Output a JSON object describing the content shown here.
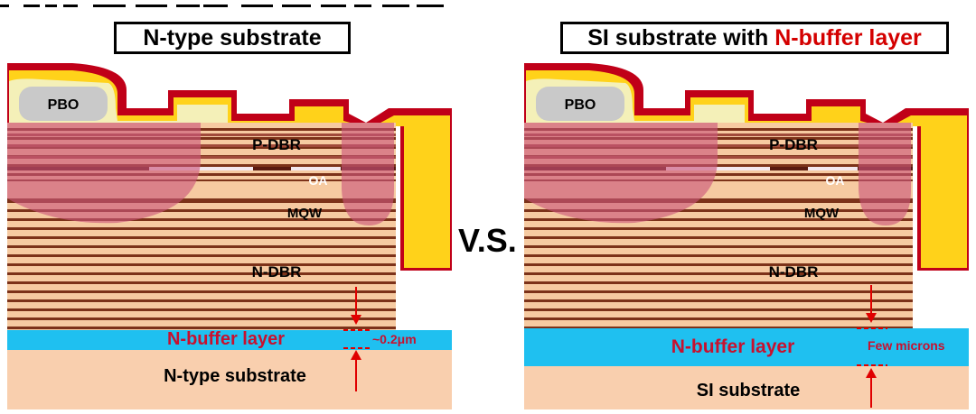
{
  "left_panel": {
    "caption": "N-type substrate",
    "labels": {
      "pbo": "PBO",
      "p_dbr": "P-DBR",
      "oa": "OA",
      "mqw": "MQW",
      "n_dbr": "N-DBR",
      "buffer": "N-buffer layer",
      "thickness": "~0.2μm",
      "substrate": "N-type substrate"
    }
  },
  "right_panel": {
    "caption_main": "SI substrate with ",
    "caption_highlight": "N-buffer layer",
    "labels": {
      "pbo": "PBO",
      "p_dbr": "P-DBR",
      "oa": "OA",
      "mqw": "MQW",
      "n_dbr": "N-DBR",
      "buffer": "N-buffer layer",
      "thickness": "Few microns",
      "substrate": "SI substrate"
    }
  },
  "vs_label": "V.S.",
  "colors": {
    "dbr_base": "#f6caa1",
    "dbr_stripe": "#7c3219",
    "substrate": "#f9cfae",
    "buffer": "#1fc0f0",
    "gold": "#ffd21a",
    "metal_red": "#c00018",
    "pbo": "#c9c9c9",
    "implant": "#c9557a",
    "annotation_red": "#e00000",
    "buffer_text": "#c8102e"
  }
}
